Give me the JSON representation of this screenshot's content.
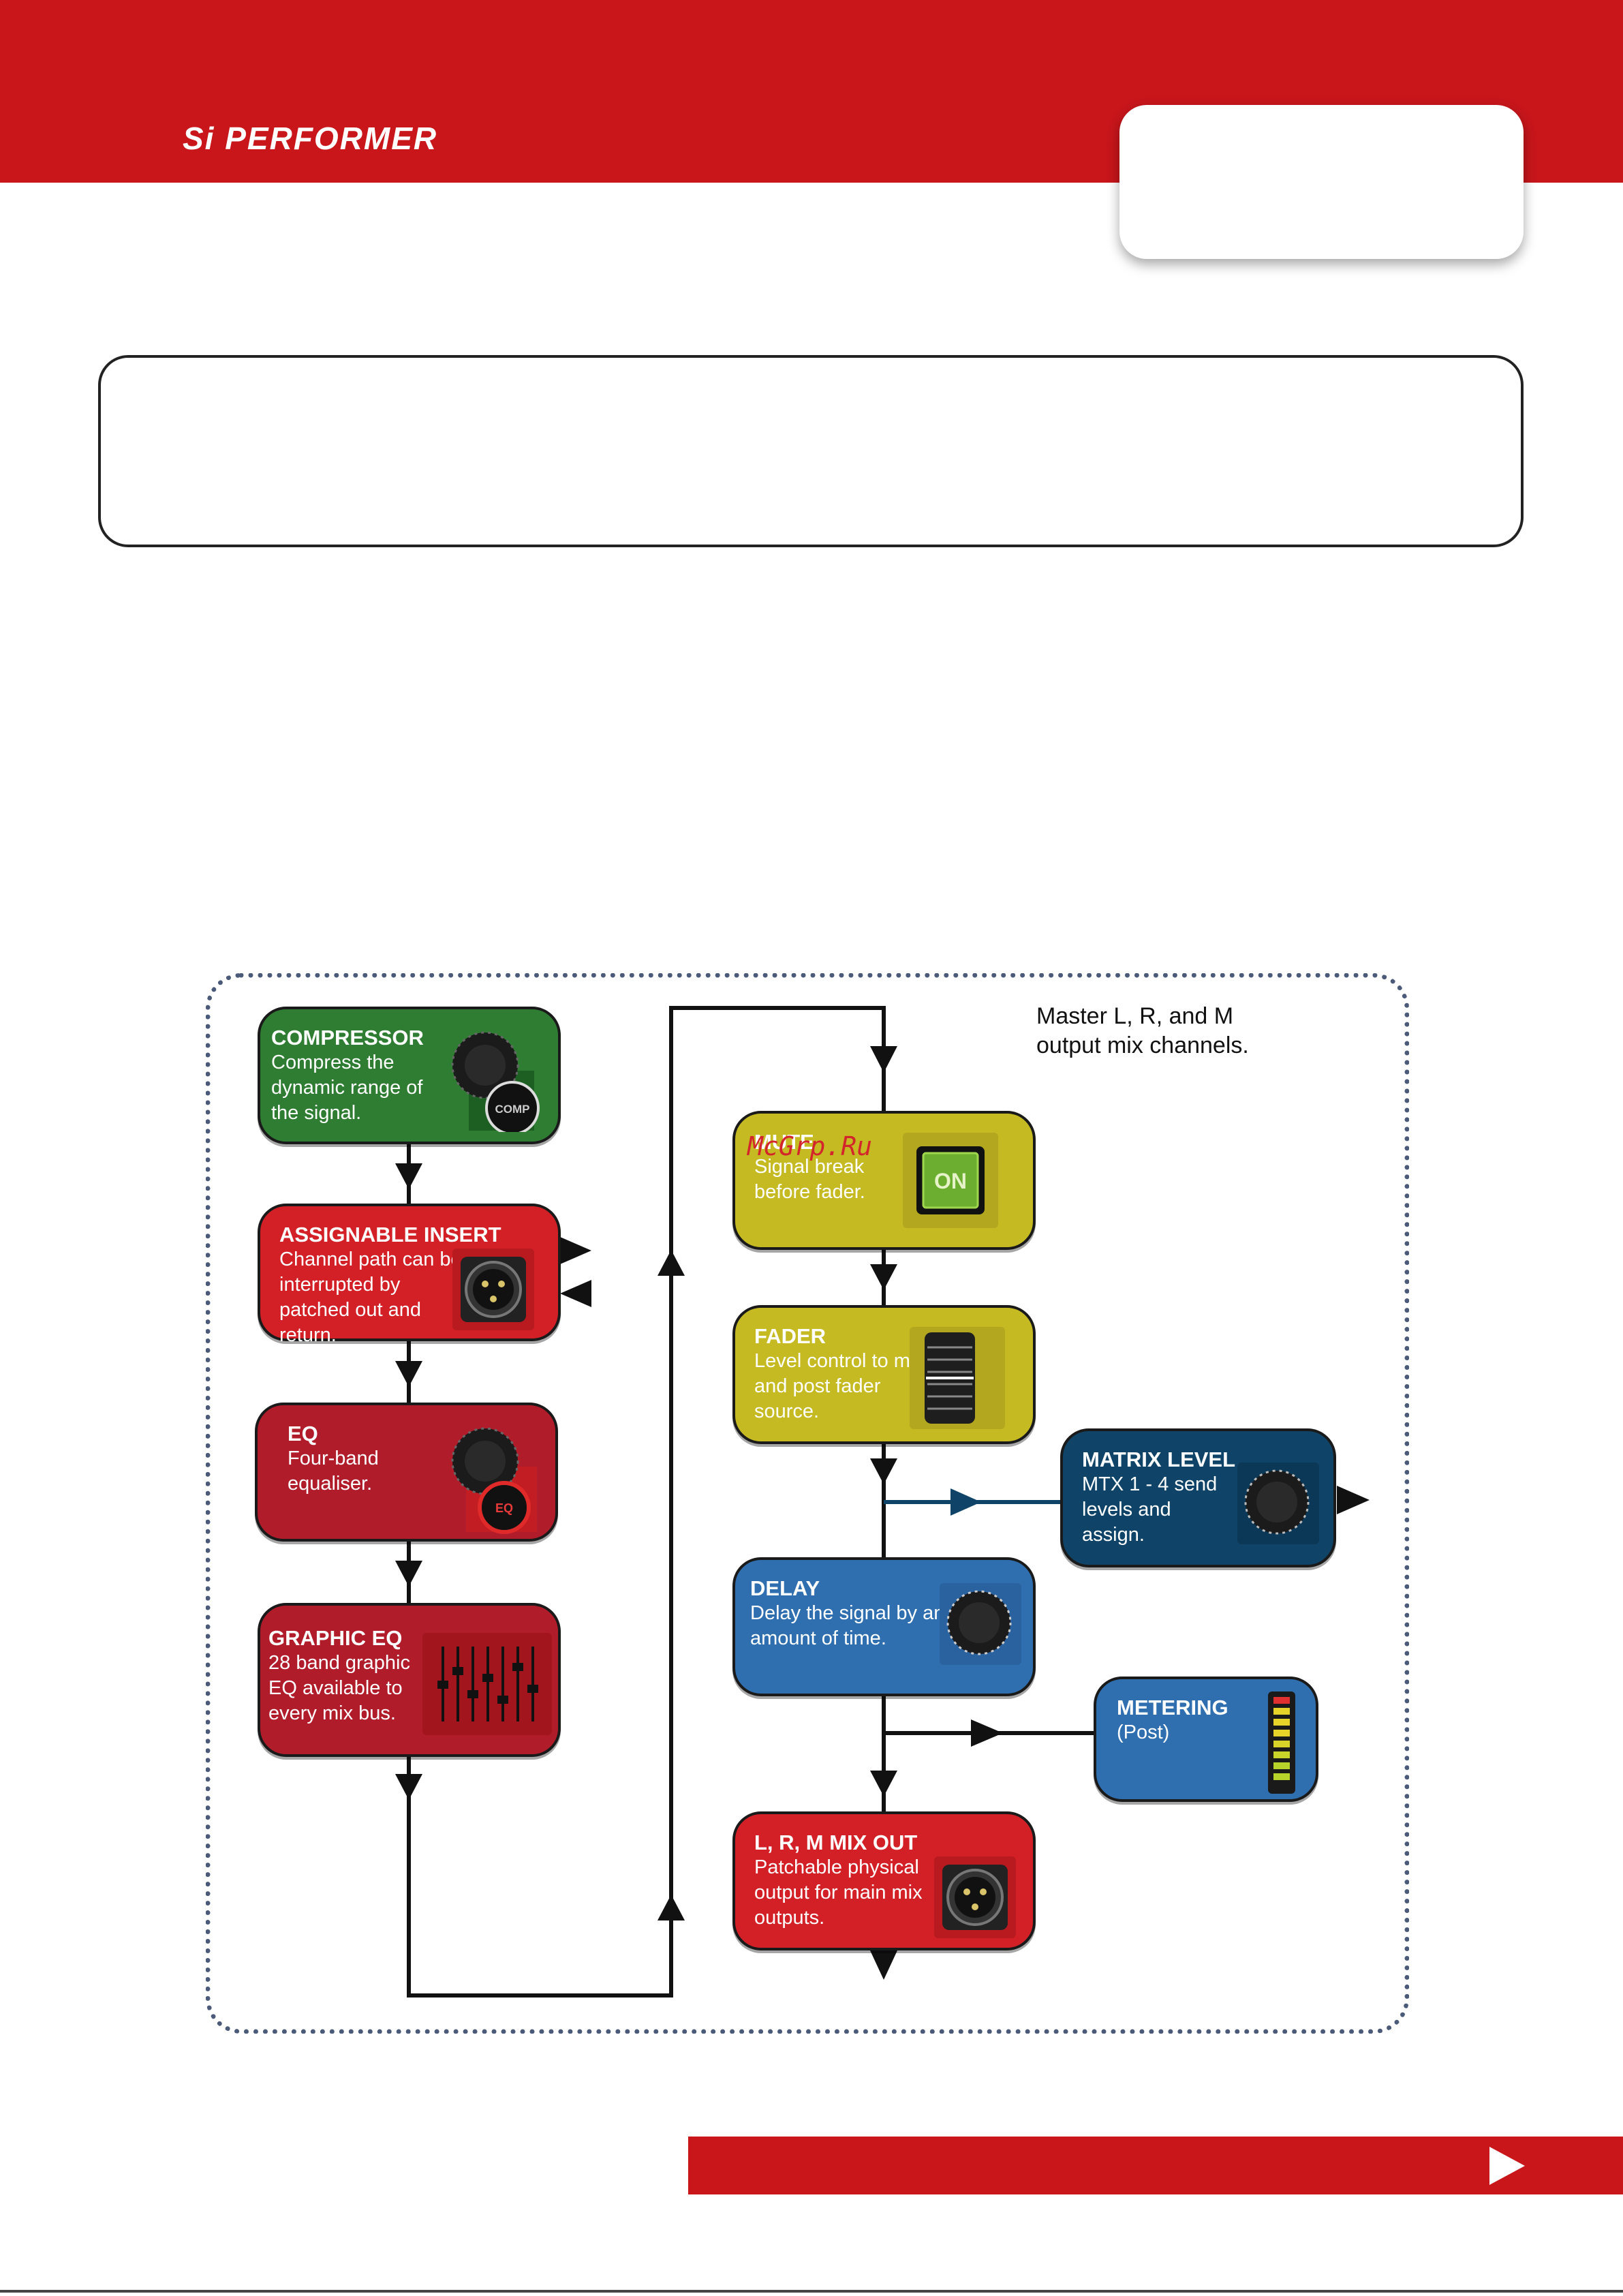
{
  "header": {
    "brand": "Si PERFORMER"
  },
  "note": {
    "text": "Master L, R, and M output mix channels."
  },
  "watermark": "McGrp.Ru",
  "blocks": {
    "compressor": {
      "title": "COMPRESSOR",
      "desc": "Compress the dynamic range of the signal.",
      "icon_label": "COMP"
    },
    "insert": {
      "title": "ASSIGNABLE INSERT",
      "desc": "Channel path can be interrupted by patched out and return."
    },
    "eq": {
      "title": "EQ",
      "desc": "Four-band equaliser.",
      "icon_label": "EQ"
    },
    "geq": {
      "title": "GRAPHIC EQ",
      "desc": "28 band graphic EQ available to every mix bus."
    },
    "mute": {
      "title": "MUTE",
      "desc": "Signal break before fader.",
      "icon_label": "ON"
    },
    "fader": {
      "title": "FADER",
      "desc": "Level control to mix and post fader source."
    },
    "matrix": {
      "title": "MATRIX LEVEL",
      "desc": "MTX 1 - 4 send levels and assign."
    },
    "delay": {
      "title": "DELAY",
      "desc": "Delay the signal by an amount of time."
    },
    "metering": {
      "title": "METERING",
      "desc": "(Post)"
    },
    "mixout": {
      "title": "L, R, M MIX OUT",
      "desc": "Patchable physical output for main mix outputs."
    }
  },
  "colors": {
    "brand_red": "#c8161b",
    "compressor": "#2e7d32",
    "insert": "#d32027",
    "eq": "#b11c2b",
    "geq": "#b11c2b",
    "mute": "#c6ba23",
    "fader": "#c6ba23",
    "matrix": "#0f4468",
    "delay": "#2f6fb0",
    "metering": "#2f6fb0",
    "mixout": "#d32027"
  },
  "icons": [
    "compressor-knob-icon",
    "xlr-connector-icon",
    "eq-knob-icon",
    "graphic-eq-sliders-icon",
    "on-button-icon",
    "fader-cap-icon",
    "rotary-knob-icon",
    "level-meter-icon",
    "next-page-icon"
  ]
}
